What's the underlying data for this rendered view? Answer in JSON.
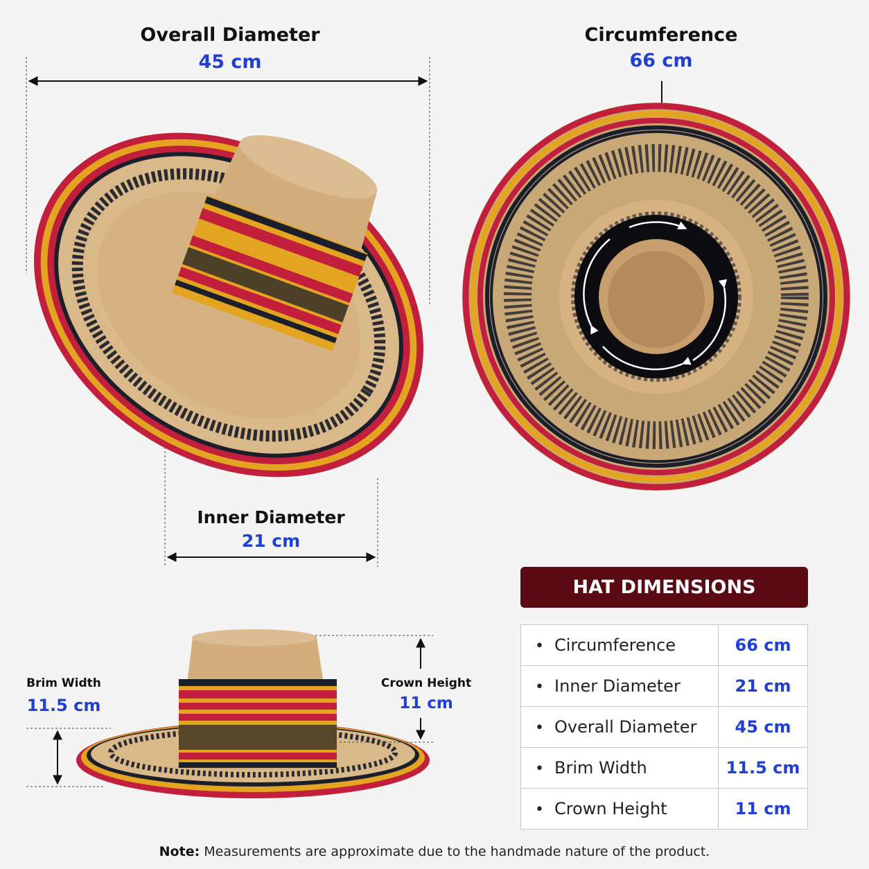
{
  "overall_diameter": {
    "label": "Overall Diameter",
    "value": "45 cm"
  },
  "circumference": {
    "label": "Circumference",
    "value": "66 cm"
  },
  "inner_diameter": {
    "label": "Inner Diameter",
    "value": "21 cm"
  },
  "brim_width": {
    "label": "Brim Width",
    "value": "11.5 cm"
  },
  "crown_height": {
    "label": "Crown Height",
    "value": "11 cm"
  },
  "table": {
    "header": "HAT DIMENSIONS",
    "rows": [
      {
        "name": "Circumference",
        "value": "66 cm"
      },
      {
        "name": "Inner Diameter",
        "value": "21 cm"
      },
      {
        "name": "Overall Diameter",
        "value": "45 cm"
      },
      {
        "name": "Brim Width",
        "value": "11.5 cm"
      },
      {
        "name": "Crown Height",
        "value": "11 cm"
      }
    ]
  },
  "note": {
    "prefix": "Note:",
    "text": "Measurements are approximate due to the handmade nature of the product."
  },
  "colors": {
    "straw": "#d9b88a",
    "stripe_red": "#c21f3c",
    "stripe_yellow": "#e3a521",
    "stripe_black": "#1b1f2c",
    "header_bg": "#5a0a12",
    "value_blue": "#1f3fd6"
  }
}
